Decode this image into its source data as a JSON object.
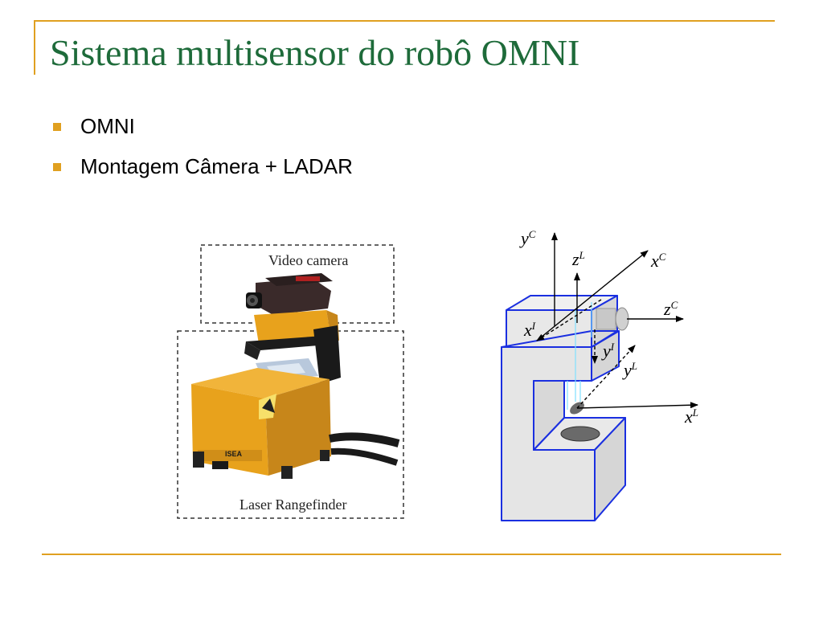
{
  "colors": {
    "accent": "#e0a020",
    "title": "#1e6b3a",
    "diagram_blue": "#1a2fe0",
    "body_fill": "#e5e5e5",
    "housing_orange": "#e8a21c"
  },
  "slide": {
    "title": "Sistema multisensor do robô OMNI"
  },
  "bullets": [
    {
      "text": "OMNI"
    },
    {
      "text": "Montagem Câmera + LADAR"
    }
  ],
  "photo": {
    "camera_label": "Video camera",
    "rangefinder_label": "Laser Rangefinder",
    "brand": "ISEA"
  },
  "diagram": {
    "labels": {
      "yC": {
        "base": "y",
        "sup": "C"
      },
      "zL": {
        "base": "z",
        "sup": "L"
      },
      "xC": {
        "base": "x",
        "sup": "C"
      },
      "zC": {
        "base": "z",
        "sup": "C"
      },
      "xI": {
        "base": "x",
        "sup": "I"
      },
      "yI": {
        "base": "y",
        "sup": "I"
      },
      "yL": {
        "base": "y",
        "sup": "L"
      },
      "xL": {
        "base": "x",
        "sup": "L"
      }
    }
  }
}
